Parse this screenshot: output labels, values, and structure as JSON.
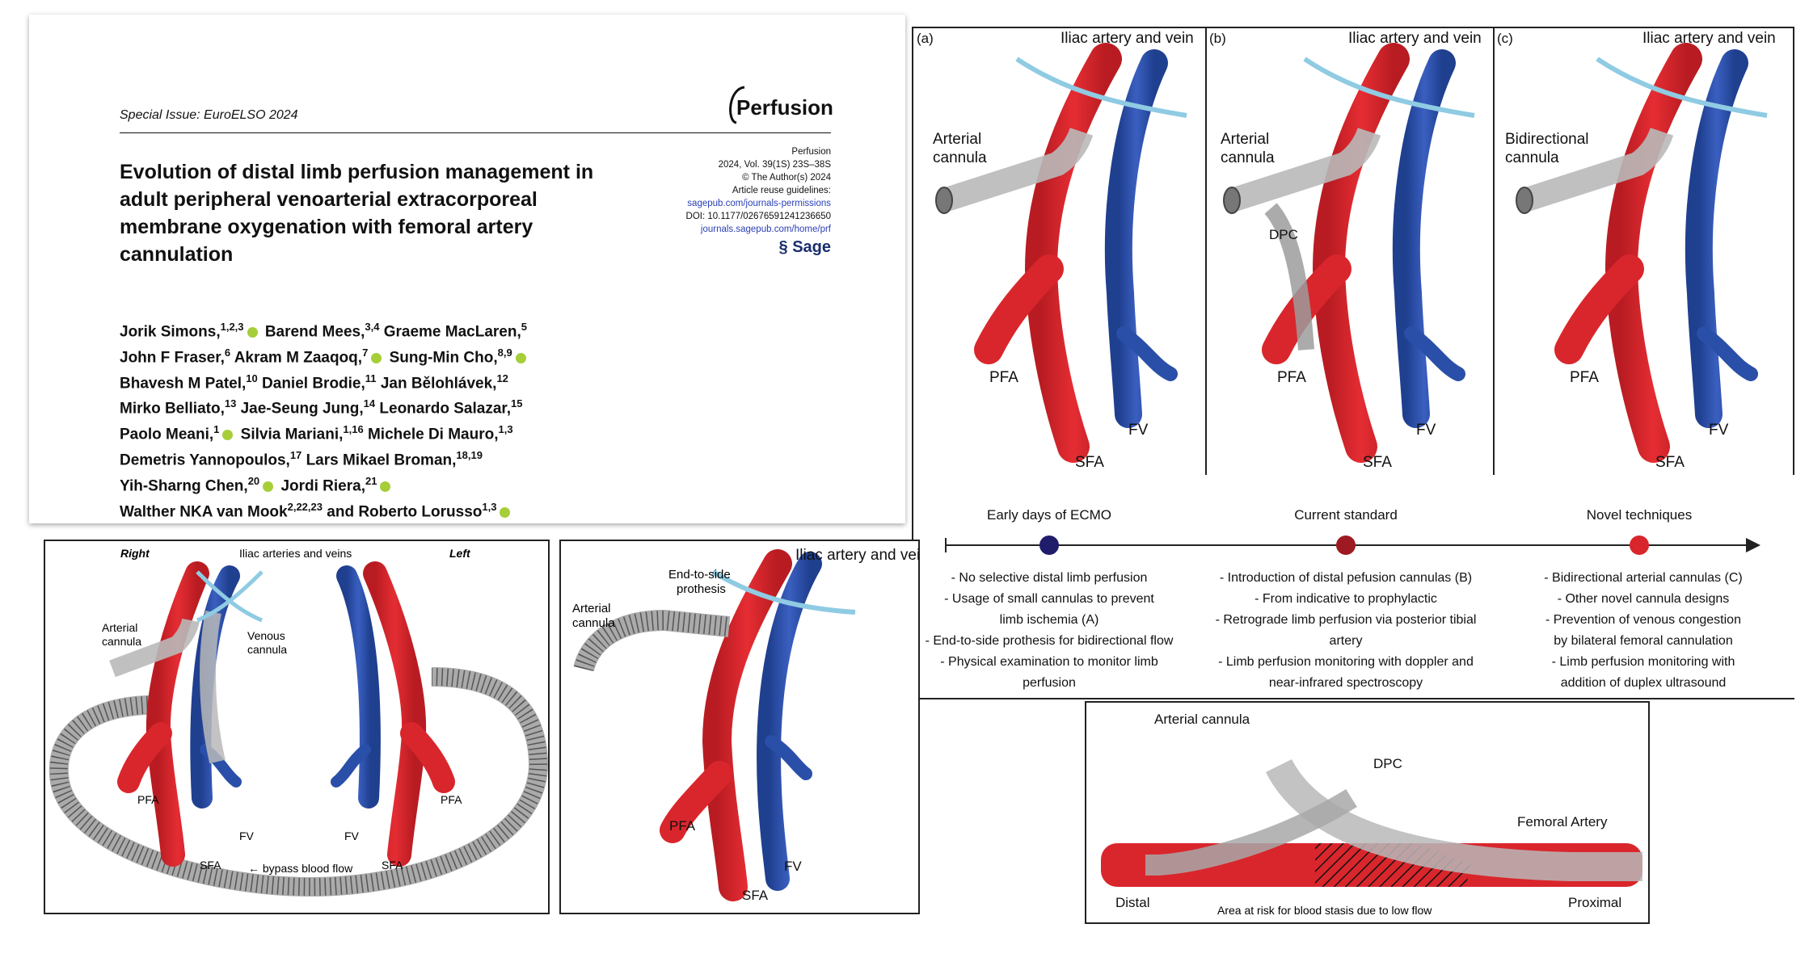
{
  "paper": {
    "special_issue": "Special Issue: EuroELSO 2024",
    "journal_logo": "Perfusion",
    "title_lines": [
      "Evolution of distal limb perfusion management in",
      "adult peripheral venoarterial extracorporeal",
      "membrane oxygenation with femoral artery",
      "cannulation"
    ],
    "meta_lines": [
      "Perfusion",
      "2024, Vol. 39(1S) 23S–38S",
      "© The Author(s) 2024",
      "Article reuse guidelines:",
      "sagepub.com/journals-permissions",
      "DOI: 10.1177/02676591241236650",
      "journals.sagepub.com/home/prf"
    ],
    "publisher_logo": "Sage",
    "authors": [
      [
        {
          "n": "Jorik Simons,",
          "s": "1,2,3",
          "o": true
        },
        {
          "n": "Barend Mees,",
          "s": "3,4",
          "o": false
        },
        {
          "n": "Graeme MacLaren,",
          "s": "5",
          "o": false
        }
      ],
      [
        {
          "n": "John F Fraser,",
          "s": "6",
          "o": false
        },
        {
          "n": "Akram M Zaaqoq,",
          "s": "7",
          "o": true
        },
        {
          "n": "Sung-Min Cho,",
          "s": "8,9",
          "o": true
        }
      ],
      [
        {
          "n": "Bhavesh M Patel,",
          "s": "10",
          "o": false
        },
        {
          "n": "Daniel Brodie,",
          "s": "11",
          "o": false
        },
        {
          "n": "Jan Bělohlávek,",
          "s": "12",
          "o": false
        }
      ],
      [
        {
          "n": "Mirko Belliato,",
          "s": "13",
          "o": false
        },
        {
          "n": "Jae-Seung Jung,",
          "s": "14",
          "o": false
        },
        {
          "n": "Leonardo Salazar,",
          "s": "15",
          "o": false
        }
      ],
      [
        {
          "n": "Paolo Meani,",
          "s": "1",
          "o": true
        },
        {
          "n": "Silvia Mariani,",
          "s": "1,16",
          "o": false
        },
        {
          "n": "Michele Di Mauro,",
          "s": "1,3",
          "o": false
        }
      ],
      [
        {
          "n": "Demetris Yannopoulos,",
          "s": "17",
          "o": false
        },
        {
          "n": "Lars Mikael Broman,",
          "s": "18,19",
          "o": false
        }
      ],
      [
        {
          "n": "Yih-Sharng Chen,",
          "s": "20",
          "o": true
        },
        {
          "n": "Jordi Riera,",
          "s": "21",
          "o": true
        }
      ],
      [
        {
          "n": "Walther NKA van Mook",
          "s": "2,22,23",
          "o": false
        },
        {
          "n": "and Roberto Lorusso",
          "s": "1,3",
          "o": true
        }
      ]
    ]
  },
  "panels_top": [
    {
      "tag": "(a)",
      "iliac": "Iliac artery and vein",
      "cannula": [
        "Arterial",
        "cannula"
      ],
      "pfa": "PFA",
      "fv": "FV",
      "sfa": "SFA"
    },
    {
      "tag": "(b)",
      "iliac": "Iliac artery and vein",
      "cannula": [
        "Arterial",
        "cannula"
      ],
      "dpc": "DPC",
      "pfa": "PFA",
      "fv": "FV",
      "sfa": "SFA"
    },
    {
      "tag": "(c)",
      "iliac": "Iliac artery and vein",
      "cannula": [
        "Bidirectional",
        "cannula"
      ],
      "pfa": "PFA",
      "fv": "FV",
      "sfa": "SFA"
    }
  ],
  "timeline": {
    "stages": [
      {
        "heading": "Early days of ECMO",
        "color": "#1f1c6b",
        "items": [
          "- No selective distal limb perfusion",
          "- Usage of small cannulas to prevent",
          "limb ischemia (A)",
          "- End-to-side prothesis for bidirectional flow",
          "- Physical examination to monitor limb",
          "perfusion"
        ]
      },
      {
        "heading": "Current standard",
        "color": "#9e1a22",
        "items": [
          "- Introduction of distal pefusion cannulas (B)",
          "- From indicative to prophylactic",
          "- Retrograde limb perfusion via posterior tibial artery",
          "- Limb perfusion monitoring with doppler and",
          "near-infrared spectroscopy"
        ]
      },
      {
        "heading": "Novel techniques",
        "color": "#d9262c",
        "items": [
          "- Bidirectional arterial cannulas (C)",
          "- Other novel cannula designs",
          "- Prevention of venous congestion",
          "by bilateral femoral cannulation",
          "- Limb perfusion monitoring with",
          "addition of duplex ultrasound"
        ]
      }
    ]
  },
  "bypass_panel": {
    "right": "Right",
    "left": "Left",
    "iliac": "Iliac arteries and veins",
    "arterial": [
      "Arterial",
      "cannula"
    ],
    "venous": [
      "Venous",
      "cannula"
    ],
    "pfa": "PFA",
    "fv": "FV",
    "sfa": "SFA",
    "bypass": "← bypass blood flow"
  },
  "endside_panel": {
    "iliac": "Iliac artery and vein",
    "prosthesis": [
      "End-to-side",
      "prothesis"
    ],
    "arterial": [
      "Arterial",
      "cannula"
    ],
    "pfa": "PFA",
    "fv": "FV",
    "sfa": "SFA"
  },
  "stasis_panel": {
    "arterial": "Arterial cannula",
    "dpc": "DPC",
    "femoral": "Femoral Artery",
    "distal": "Distal",
    "proximal": "Proximal",
    "risk": "Area at risk for blood stasis due to low flow"
  },
  "colors": {
    "artery": "#d9262c",
    "vein": "#2a4fa8",
    "cannula": "#b9b9b9",
    "iliac_line": "#8fcbe3",
    "link": "#2a3fb5"
  }
}
